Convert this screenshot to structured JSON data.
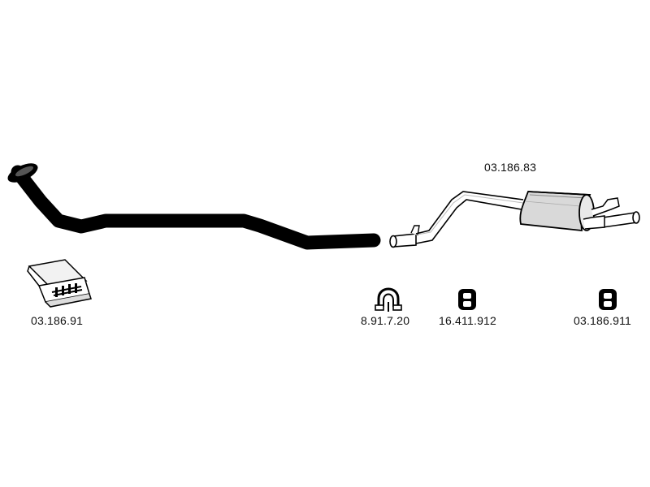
{
  "parts": {
    "front_pipe": {
      "code": ""
    },
    "mounting_kit": {
      "code": "03.186.91",
      "icon": "parts-box-icon"
    },
    "rear_silencer": {
      "code": "03.186.83"
    },
    "clamp": {
      "code": "8.91.7.20",
      "icon": "clamp-icon"
    },
    "rubber_mount_a": {
      "code": "16.411.912",
      "icon": "rubber-mount-icon"
    },
    "rubber_mount_b": {
      "code": "03.186.911",
      "icon": "rubber-mount-icon"
    }
  },
  "colors": {
    "line": "#000000",
    "background": "#ffffff"
  }
}
